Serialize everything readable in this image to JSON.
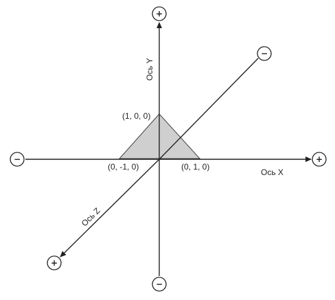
{
  "colors": {
    "line": "#222222",
    "triangle_fill": "#cfcfcf",
    "background": "#ffffff"
  },
  "axes": {
    "x_label": "Ось X",
    "y_label": "Ось Y",
    "z_label": "Ось Z"
  },
  "signs": {
    "x_positive": "+",
    "x_negative": "−",
    "y_positive": "+",
    "y_negative": "−",
    "z_positive": "+",
    "z_negative": "−"
  },
  "vertices": {
    "top": "(1, 0, 0)",
    "left": "(0, -1, 0)",
    "right": "(0, 1, 0)"
  }
}
